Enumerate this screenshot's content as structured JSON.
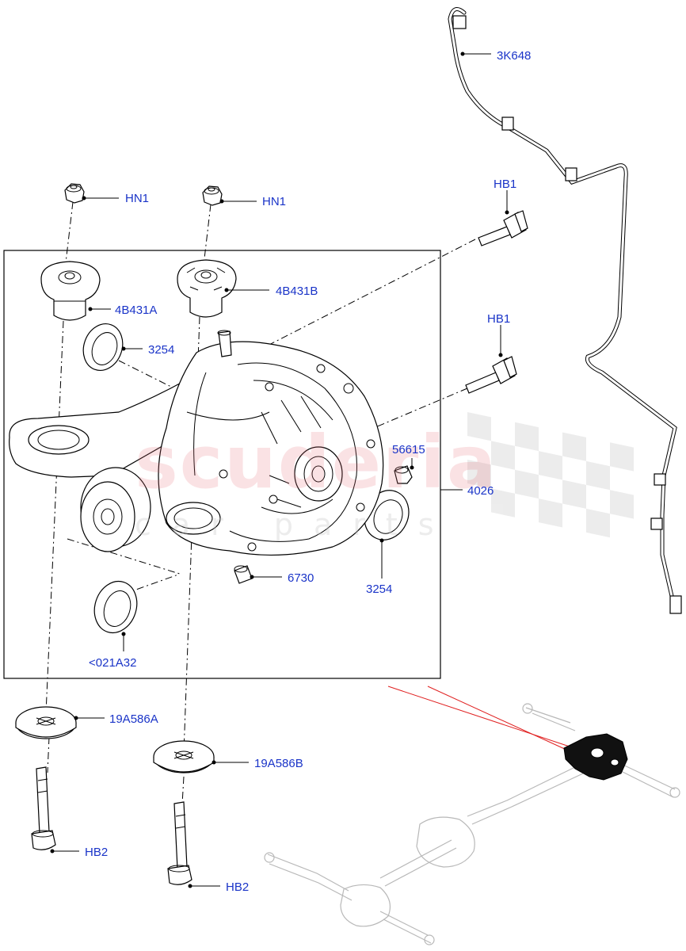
{
  "watermark": {
    "text": "scuderia",
    "subtext": "car parts"
  },
  "callouts": {
    "hn1_left": "HN1",
    "hn1_right": "HN1",
    "hb1_top": "HB1",
    "hb1_mid": "HB1",
    "mount_a": "4B431A",
    "mount_b": "4B431B",
    "seal_upper": "3254",
    "seal_right": "3254",
    "breather": "56615",
    "diff_housing": "4026",
    "plug": "6730",
    "seal_lower": "<021A32",
    "washer_a": "19A586A",
    "washer_b": "19A586B",
    "hb2_left": "HB2",
    "hb2_right": "HB2",
    "vent_hose": "3K648"
  },
  "colors": {
    "callout_text": "#1a34c8",
    "line": "#000000",
    "leader_red": "#e02020",
    "highlight_part": "#111111",
    "ghost_part": "#b8b8b8"
  }
}
